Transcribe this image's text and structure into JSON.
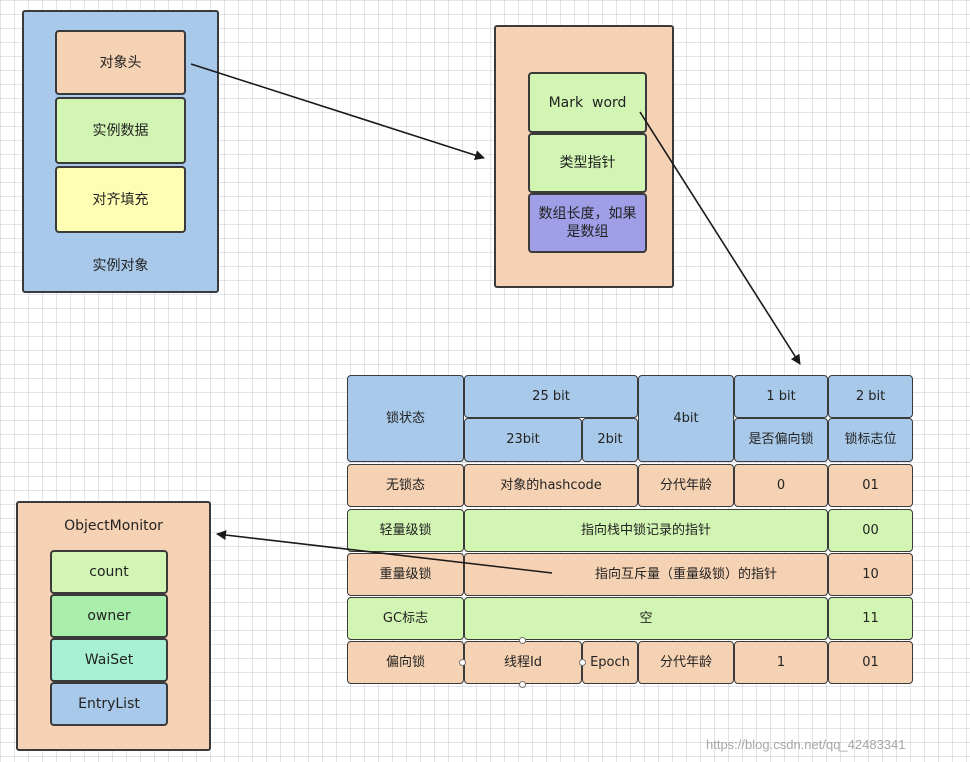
{
  "colors": {
    "blue": "#a9c9ea",
    "peach": "#f6d2b4",
    "green": "#d3f5b4",
    "yellow": "#ffffb3",
    "purple": "#9f9ee6",
    "darkgreen": "#a9eeaa",
    "teal": "#a8f0d4"
  },
  "instance": {
    "header": "对象头",
    "instance_data": "实例数据",
    "padding": "对齐填充",
    "caption": "实例对象"
  },
  "header_detail": {
    "mark_word": "Mark  word",
    "type_pointer": "类型指针",
    "array_length": "数组长度，如果是数组"
  },
  "monitor": {
    "title": "ObjectMonitor",
    "items": [
      "count",
      "owner",
      "WaiSet",
      "EntryList"
    ]
  },
  "markword_table": {
    "lock_state": "锁状态",
    "bits25": "25 bit",
    "bits23": "23bit",
    "bits2a": "2bit",
    "bits4": "4bit",
    "bits1": "1 bit",
    "biased_flag": "是否偏向锁",
    "bits2b": "2 bit",
    "lock_flag": "锁标志位",
    "rows": {
      "unlocked": {
        "state": "无锁态",
        "hashcode": "对象的hashcode",
        "age": "分代年龄",
        "biased": "0",
        "flag": "01"
      },
      "lightweight": {
        "state": "轻量级锁",
        "content": "指向栈中锁记录的指针",
        "flag": "00"
      },
      "heavyweight": {
        "state": "重量级锁",
        "content": "指向互斥量（重量级锁）的指针",
        "flag": "10"
      },
      "gc": {
        "state": "GC标志",
        "content": "空",
        "flag": "11"
      },
      "biased": {
        "state": "偏向锁",
        "thread": "线程Id",
        "epoch": "Epoch",
        "age": "分代年龄",
        "biased": "1",
        "flag": "01"
      }
    }
  },
  "watermark": "https://blog.csdn.net/qq_42483341"
}
